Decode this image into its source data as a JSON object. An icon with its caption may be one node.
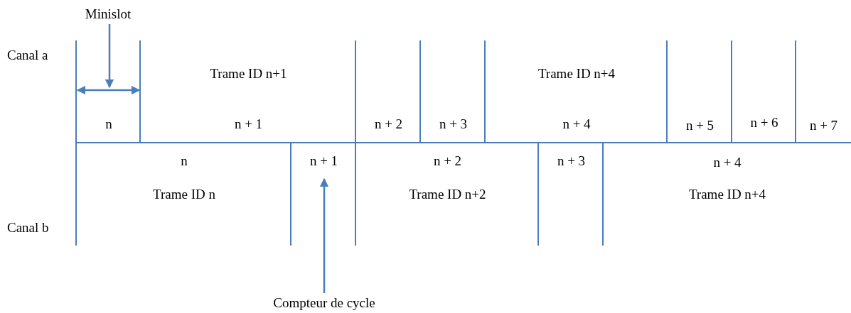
{
  "diagram": {
    "nodes": [
      {
        "text": [
          "Minislot"
        ]
      },
      {
        "text": [
          "n"
        ]
      },
      {
        "text": [
          "Trame ID n+1",
          "n + 1"
        ]
      },
      {
        "text": [
          "n + 2"
        ]
      },
      {
        "text": [
          "n + 3"
        ]
      },
      {
        "text": [
          "Trame ID n+4",
          "n + 4"
        ]
      },
      {
        "text": [
          "n + 5"
        ]
      },
      {
        "text": [
          "n + 6"
        ]
      },
      {
        "text": [
          "n + 7"
        ]
      },
      {
        "text": [
          "n",
          "Trame ID n"
        ]
      },
      {
        "text": [
          "n + 1"
        ]
      },
      {
        "text": [
          "n + 2",
          "Trame ID n+2"
        ]
      },
      {
        "text": [
          "n + 3"
        ]
      },
      {
        "text": [
          "n + 4",
          "Trame ID n+4"
        ]
      },
      {
        "text": [
          "Compteur de cycle"
        ]
      }
    ],
    "edges": [
      {
        "from": 0,
        "to": 1,
        "arrow": "to"
      },
      {
        "from": 14,
        "to": 10,
        "arrow": "to"
      }
    ],
    "labels": [
      "Canal a",
      "Canal b"
    ]
  }
}
